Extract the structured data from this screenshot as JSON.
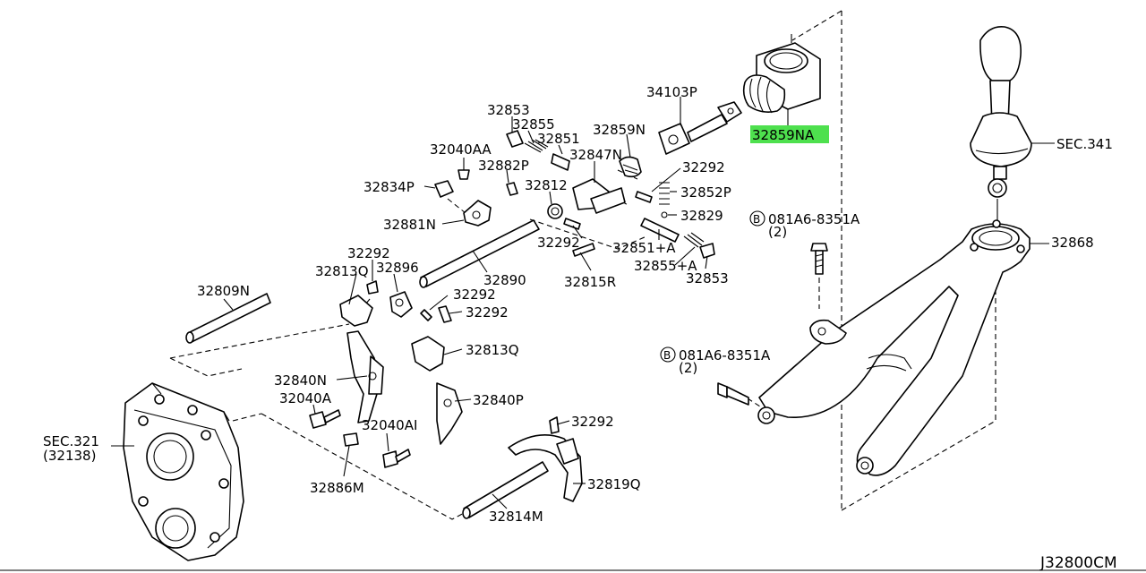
{
  "diagram_code": "J32800CM",
  "highlight_color": "#4ee04e",
  "labels": [
    {
      "id": "32859NA_hl",
      "text": "32859NA"
    },
    {
      "id": "34103P",
      "text": "34103P"
    },
    {
      "id": "32853_top",
      "text": "32853"
    },
    {
      "id": "32855_top",
      "text": "32855"
    },
    {
      "id": "32851",
      "text": "32851"
    },
    {
      "id": "32859N",
      "text": "32859N"
    },
    {
      "id": "32847N",
      "text": "32847N"
    },
    {
      "id": "32040AA",
      "text": "32040AA"
    },
    {
      "id": "32882P",
      "text": "32882P"
    },
    {
      "id": "32292_a",
      "text": "32292"
    },
    {
      "id": "32852P",
      "text": "32852P"
    },
    {
      "id": "32834P",
      "text": "32834P"
    },
    {
      "id": "32812",
      "text": "32812"
    },
    {
      "id": "32829",
      "text": "32829"
    },
    {
      "id": "32881N",
      "text": "32881N"
    },
    {
      "id": "32292_b",
      "text": "32292"
    },
    {
      "id": "32851A",
      "text": "32851+A"
    },
    {
      "id": "32855A",
      "text": "32855+A"
    },
    {
      "id": "32853_b",
      "text": "32853"
    },
    {
      "id": "32292_c",
      "text": "32292"
    },
    {
      "id": "32813Q_a",
      "text": "32813Q"
    },
    {
      "id": "32896",
      "text": "32896"
    },
    {
      "id": "32890",
      "text": "32890"
    },
    {
      "id": "32815R",
      "text": "32815R"
    },
    {
      "id": "32809N",
      "text": "32809N"
    },
    {
      "id": "32292_d",
      "text": "32292"
    },
    {
      "id": "32292_e",
      "text": "32292"
    },
    {
      "id": "32813Q_b",
      "text": "32813Q"
    },
    {
      "id": "32840N",
      "text": "32840N"
    },
    {
      "id": "32040A",
      "text": "32040A"
    },
    {
      "id": "32840P",
      "text": "32840P"
    },
    {
      "id": "32040AI",
      "text": "32040AI"
    },
    {
      "id": "32292_f",
      "text": "32292"
    },
    {
      "id": "SEC321",
      "text": "SEC.321"
    },
    {
      "id": "32138",
      "text": "(32138)"
    },
    {
      "id": "32886M",
      "text": "32886M"
    },
    {
      "id": "32819Q",
      "text": "32819Q"
    },
    {
      "id": "32814M",
      "text": "32814M"
    },
    {
      "id": "SEC341",
      "text": "SEC.341"
    },
    {
      "id": "32868",
      "text": "32868"
    },
    {
      "id": "bolt1",
      "text": "081A6-8351A"
    },
    {
      "id": "bolt1q",
      "text": "(2)"
    },
    {
      "id": "bolt2",
      "text": "081A6-8351A"
    },
    {
      "id": "bolt2q",
      "text": "(2)"
    },
    {
      "id": "B1",
      "text": "B"
    },
    {
      "id": "B2",
      "text": "B"
    }
  ]
}
